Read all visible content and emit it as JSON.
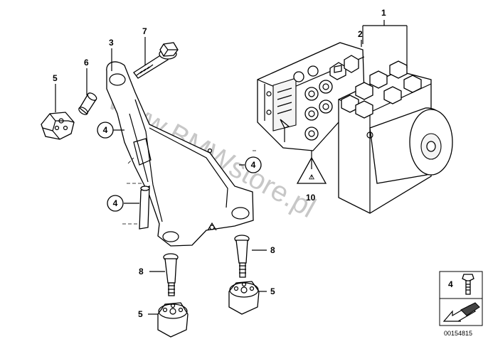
{
  "watermark": "www.BMWstore.pl",
  "callouts": {
    "c1": "1",
    "c2": "2",
    "c3": "3",
    "c5a": "5",
    "c6": "6",
    "c7": "7",
    "c4a": "4",
    "c4b": "4",
    "c4c": "4",
    "c10": "10",
    "c8a": "8",
    "c8b": "8",
    "c5b": "5",
    "c5c": "5"
  },
  "legend": {
    "number": "4"
  },
  "diagram_id": "00154815"
}
